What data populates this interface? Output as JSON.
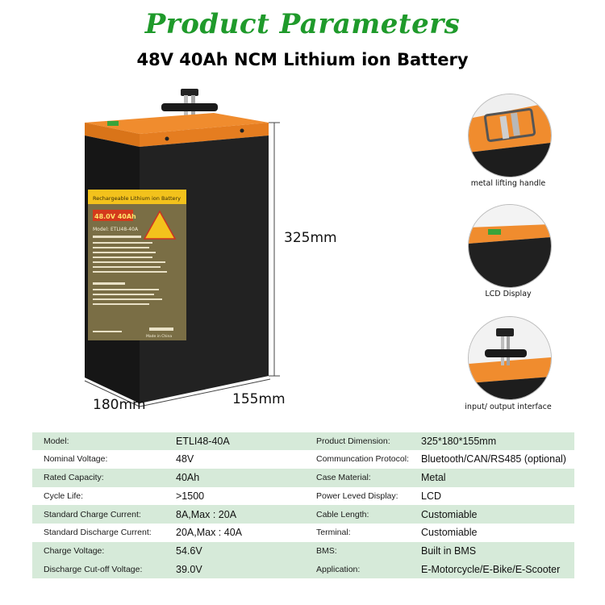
{
  "header": {
    "title": "Product Parameters",
    "subtitle": "48V 40Ah NCM Lithium ion Battery"
  },
  "dimensions": {
    "height": "325mm",
    "width": "180mm",
    "depth": "155mm"
  },
  "label": {
    "heading": "Rechargeable Lithium ion Battery",
    "rating": "48.0V 40Ah",
    "model": "Model: ETLI48-40A",
    "made_in": "Made in China"
  },
  "features": [
    {
      "caption": "metal lifting handle",
      "icon": "handle-detail"
    },
    {
      "caption": "LCD Display",
      "icon": "lcd-detail"
    },
    {
      "caption": "input/ output interface",
      "icon": "connector-detail"
    }
  ],
  "specs": [
    {
      "label": "Model:",
      "value": "ETLI48-40A",
      "label2": "Product Dimension:",
      "value2": "325*180*155mm"
    },
    {
      "label": "Nominal Voltage:",
      "value": "48V",
      "label2": "Communcation Protocol:",
      "value2": "Bluetooth/CAN/RS485 (optional)"
    },
    {
      "label": "Rated Capacity:",
      "value": "40Ah",
      "label2": "Case Material:",
      "value2": "Metal"
    },
    {
      "label": "Cycle Life:",
      "value": ">1500",
      "label2": "Power Leved Display:",
      "value2": "LCD"
    },
    {
      "label": "Standard Charge Current:",
      "value": "8A,Max : 20A",
      "label2": "Cable Length:",
      "value2": "Customiable"
    },
    {
      "label": "Standard Discharge Current:",
      "value": "20A,Max : 40A",
      "label2": "Terminal:",
      "value2": "Customiable"
    },
    {
      "label": "Charge Voltage:",
      "value": "54.6V",
      "label2": "BMS:",
      "value2": "Built in BMS"
    },
    {
      "label": "Discharge Cut-off Voltage:",
      "value": "39.0V",
      "label2": "Application:",
      "value2": "E-Motorcycle/E-Bike/E-Scooter"
    }
  ],
  "colors": {
    "title_green": "#1f9a2b",
    "lid_orange": "#ee8a2c",
    "row_green": "#d6ead9",
    "body_black": "#1c1c1c"
  }
}
